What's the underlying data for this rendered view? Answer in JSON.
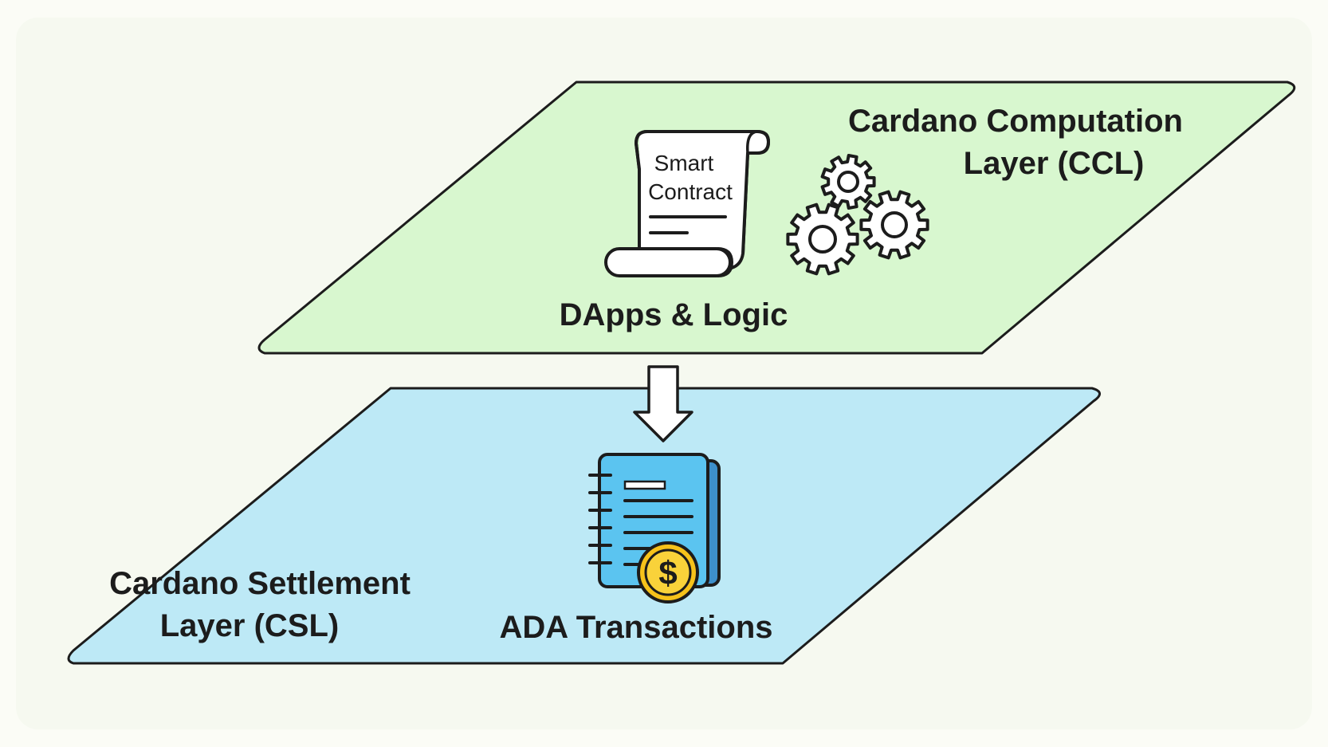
{
  "computation_layer": {
    "title_line1": "Cardano Computation",
    "title_line2": "Layer (CCL)",
    "caption": "DApps & Logic",
    "scroll_line1": "Smart",
    "scroll_line2": "Contract",
    "fill_color": "#d8f7cf"
  },
  "settlement_layer": {
    "title_line1": "Cardano Settlement",
    "title_line2": "Layer (CSL)",
    "caption": "ADA Transactions",
    "coin_symbol": "$",
    "fill_color": "#bde9f6"
  },
  "icons": {
    "scroll": "smart-contract-scroll-icon",
    "gears": "gears-icon",
    "arrow": "down-arrow-icon",
    "ledger": "ledger-book-icon",
    "coin": "dollar-coin-icon"
  }
}
